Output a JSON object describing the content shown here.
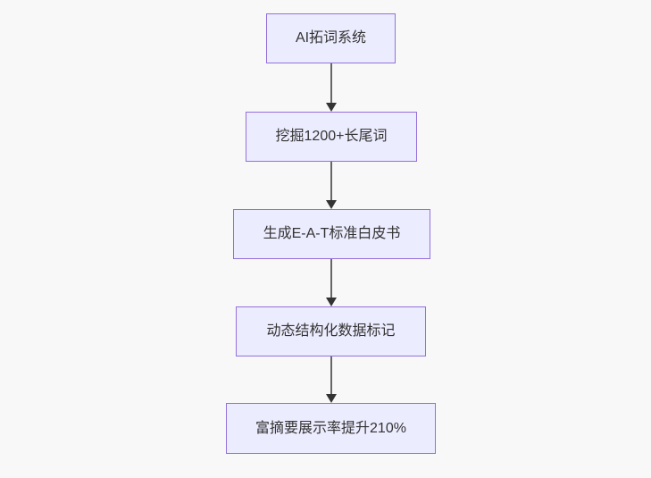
{
  "diagram": {
    "type": "flowchart",
    "direction": "top-down",
    "nodes": [
      {
        "id": "n1",
        "label": "AI拓词系统"
      },
      {
        "id": "n2",
        "label": "挖掘1200+长尾词"
      },
      {
        "id": "n3",
        "label": "生成E-A-T标准白皮书"
      },
      {
        "id": "n4",
        "label": "动态结构化数据标记"
      },
      {
        "id": "n5",
        "label": "富摘要展示率提升210%"
      }
    ],
    "edges": [
      {
        "from": "n1",
        "to": "n2"
      },
      {
        "from": "n2",
        "to": "n3"
      },
      {
        "from": "n3",
        "to": "n4"
      },
      {
        "from": "n4",
        "to": "n5"
      }
    ],
    "theme": {
      "background": "#f8f8f8",
      "node_fill": "#ECECFF",
      "node_border": "#9370DB",
      "text_color": "#333333",
      "arrow_line": "#666666",
      "arrow_head": "#333333"
    }
  }
}
